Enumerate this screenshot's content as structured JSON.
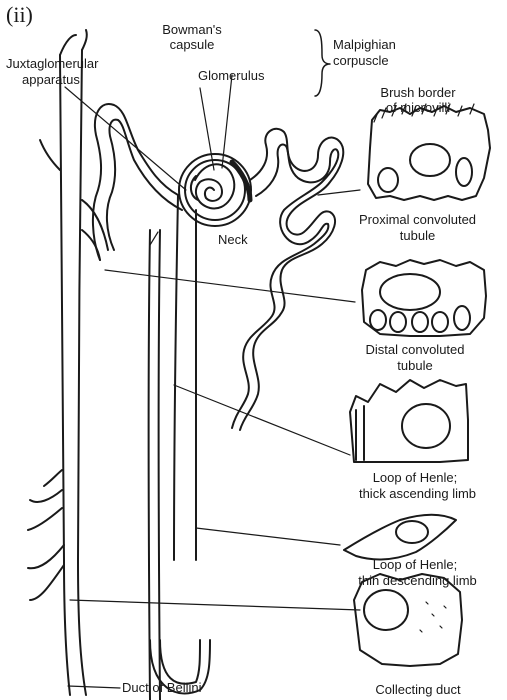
{
  "figure": {
    "panel_label": "(ii)",
    "labels": {
      "bowmans_capsule_1": "Bowman's",
      "bowmans_capsule_2": "capsule",
      "malpighian_1": "Malpighian",
      "malpighian_2": "corpuscle",
      "juxtaglomerular_1": "Juxtaglomerular",
      "juxtaglomerular_2": "apparatus",
      "glomerulus": "Glomerulus",
      "brush_border_1": "Brush border",
      "brush_border_2": "of microvilli",
      "neck": "Neck",
      "proximal_1": "Proximal convoluted",
      "proximal_2": "tubule",
      "distal_1": "Distal convoluted",
      "distal_2": "tubule",
      "thick_henle_1": "Loop of Henle;",
      "thick_henle_2": "thick ascending limb",
      "thin_henle_1": "Loop of Henle;",
      "thin_henle_2": "thin descending limb",
      "duct_bellini": "Duct of Bellini",
      "collecting_duct": "Collecting duct"
    }
  }
}
